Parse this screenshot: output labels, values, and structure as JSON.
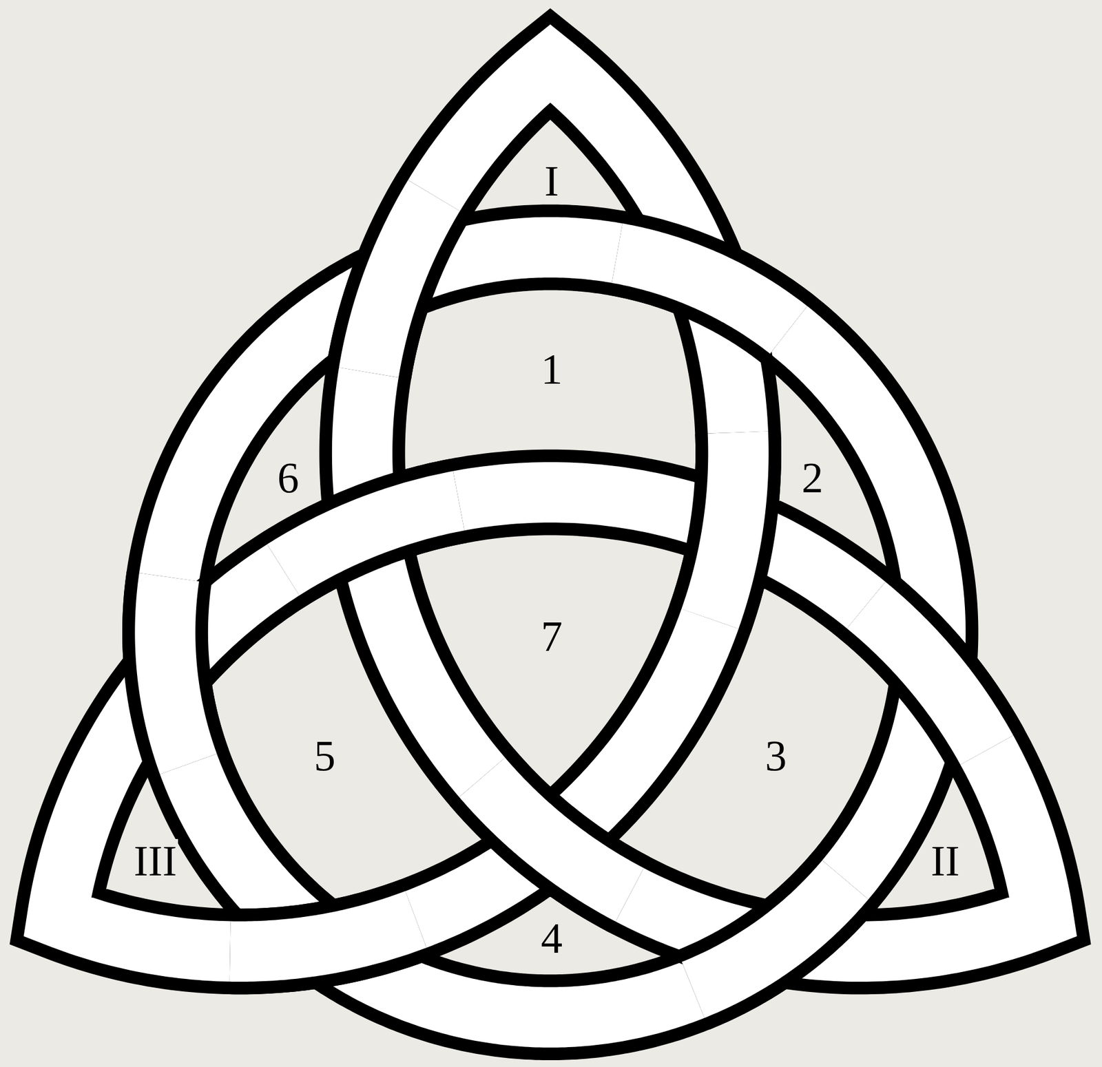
{
  "diagram": {
    "labels": [
      "I",
      "1",
      "6",
      "2",
      "7",
      "5",
      "3",
      "III",
      "II",
      "4"
    ]
  }
}
